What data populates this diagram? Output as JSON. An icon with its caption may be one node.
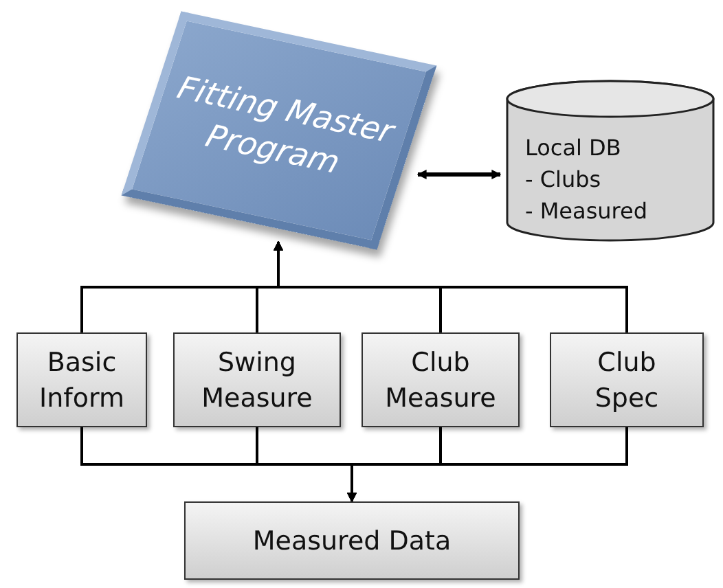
{
  "diagram": {
    "nodes": [
      {
        "text": [
          "Fitting Master Program"
        ]
      },
      {
        "text": [
          "Local DB",
          "- Clubs",
          "- Measured"
        ]
      },
      {
        "text": [
          "Basic Inform"
        ]
      },
      {
        "text": [
          "Swing Measure"
        ]
      },
      {
        "text": [
          "Club Measure"
        ]
      },
      {
        "text": [
          "Club Spec"
        ]
      },
      {
        "text": [
          "Measured Data"
        ]
      }
    ],
    "edges": [
      {
        "from": 0,
        "to": 1,
        "arrow": "both"
      },
      {
        "from": 2,
        "to": 0,
        "arrow": "to"
      },
      {
        "from": 3,
        "to": 0,
        "arrow": "to"
      },
      {
        "from": 4,
        "to": 0,
        "arrow": "to"
      },
      {
        "from": 5,
        "to": 0,
        "arrow": "to"
      },
      {
        "from": 2,
        "to": 6,
        "arrow": "to"
      },
      {
        "from": 3,
        "to": 6,
        "arrow": "to"
      },
      {
        "from": 4,
        "to": 6,
        "arrow": "to"
      },
      {
        "from": 5,
        "to": 6,
        "arrow": "to"
      }
    ]
  }
}
